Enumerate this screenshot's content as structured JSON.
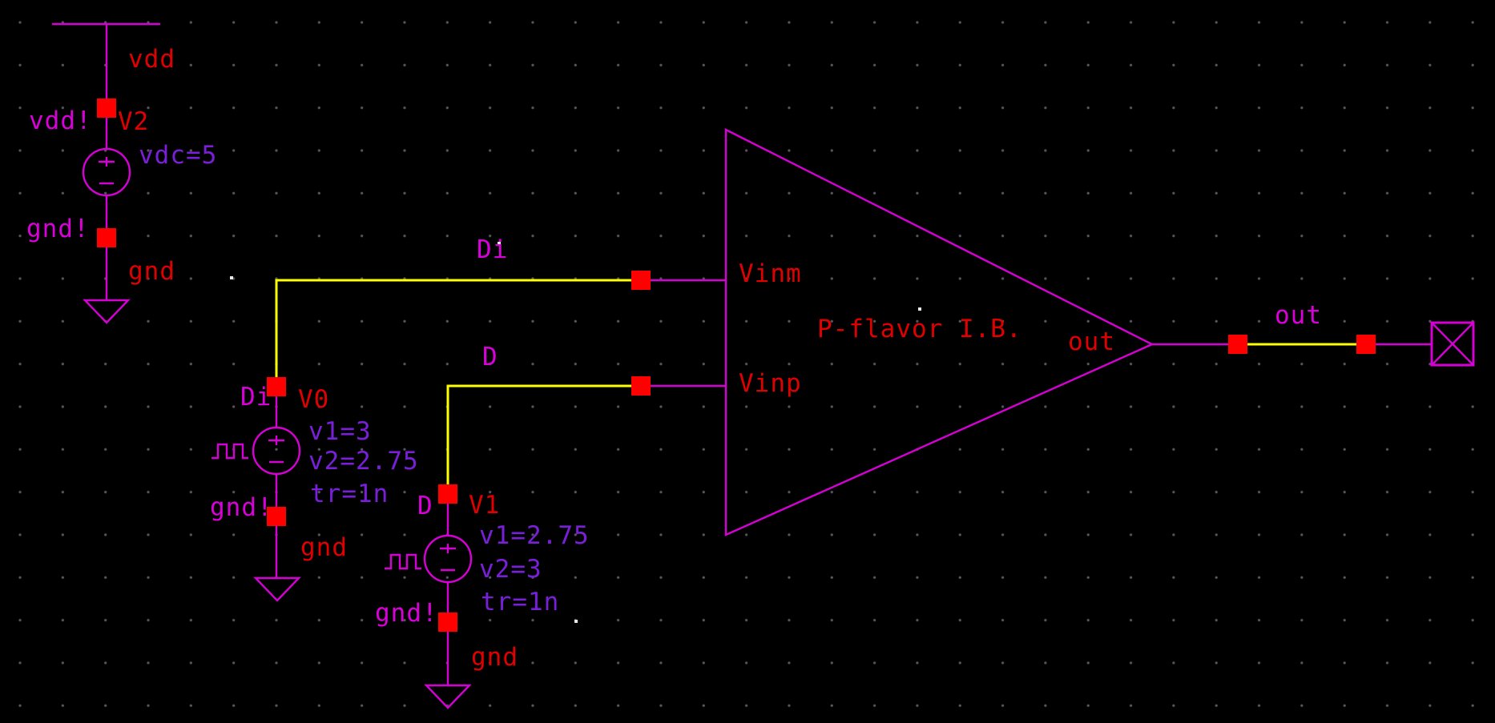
{
  "schematic": {
    "supply": {
      "rail_pin_label": "vdd",
      "global_vdd_label": "vdd!",
      "instance_name": "V2",
      "param_vdc": "vdc=5",
      "global_gnd_label": "gnd!",
      "gnd_pin_label": "gnd"
    },
    "pulse_source_v0": {
      "net_label": "Di",
      "instance_name": "V0",
      "param_v1": "v1=3",
      "param_v2": "v2=2.75",
      "param_tr": "tr=1n",
      "global_gnd_label": "gnd!",
      "gnd_pin_label": "gnd"
    },
    "pulse_source_v1": {
      "net_label": "D",
      "instance_name": "V1",
      "param_v1": "v1=2.75",
      "param_v2": "v2=3",
      "param_tr": "tr=1n",
      "global_gnd_label": "gnd!",
      "gnd_pin_label": "gnd"
    },
    "amplifier": {
      "title": "P-flavor I.B.",
      "pin_vinm": "Vinm",
      "pin_vinp": "Vinp",
      "pin_out": "out"
    },
    "nets": {
      "di_wire_label": "Di",
      "d_wire_label": "D",
      "out_wire_label": "out"
    }
  },
  "colors": {
    "background": "#000000",
    "symbol_magenta": "#d400d4",
    "net_label_magenta": "#d900d9",
    "pin_red": "#ff0000",
    "label_red": "#e00000",
    "param_violet": "#7a1fd9",
    "selected_wire_yellow": "#ffff00",
    "grid_dot": "#55555e"
  }
}
